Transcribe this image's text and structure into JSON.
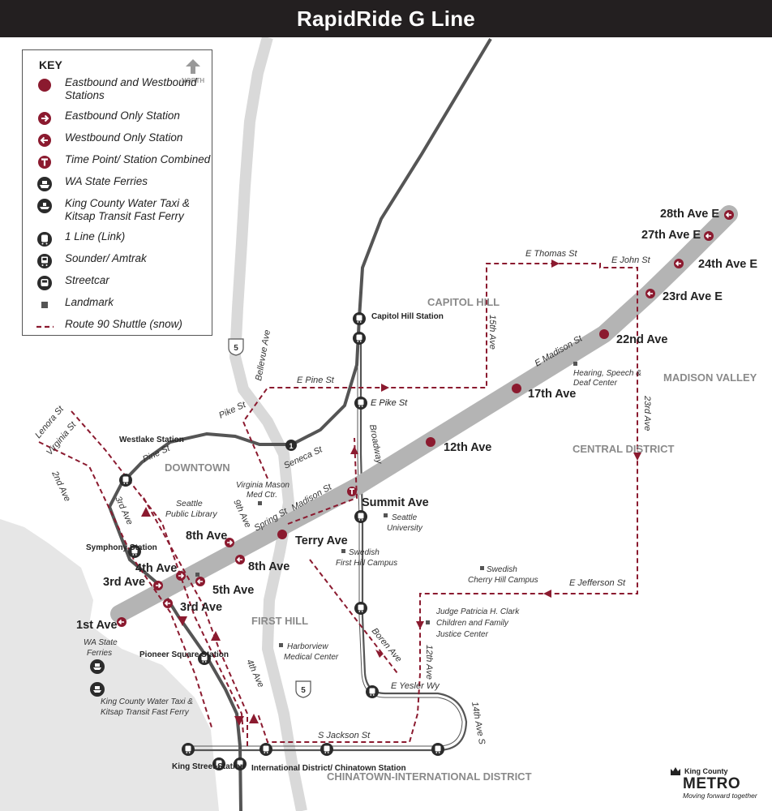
{
  "title": "RapidRide G Line",
  "colors": {
    "route_red": "#8b1a2f",
    "route_gray": "#b4b4b4",
    "rail_dark": "#555555",
    "freeway_light": "#d9d9d9",
    "water": "#e6e6e6",
    "area_label": "#8a8a8a"
  },
  "key": {
    "title": "KEY",
    "north": "NORTH",
    "items": [
      {
        "icon": "station-dot-icon",
        "label": "Eastbound and Westbound Stations"
      },
      {
        "icon": "arrow-right-icon",
        "label": "Eastbound Only Station"
      },
      {
        "icon": "arrow-left-icon",
        "label": "Westbound Only Station"
      },
      {
        "icon": "time-point-icon",
        "label": "Time Point/ Station Combined"
      },
      {
        "icon": "ferry-icon",
        "label": "WA State Ferries"
      },
      {
        "icon": "water-taxi-icon",
        "label": "King County Water Taxi & Kitsap Transit Fast Ferry"
      },
      {
        "icon": "link-rail-icon",
        "label": "1 Line (Link)"
      },
      {
        "icon": "train-icon",
        "label": "Sounder/ Amtrak"
      },
      {
        "icon": "streetcar-icon",
        "label": "Streetcar"
      },
      {
        "icon": "landmark-icon",
        "label": "Landmark"
      },
      {
        "icon": "shuttle-line-icon",
        "label": "Route 90 Shuttle (snow)"
      }
    ]
  },
  "stations": [
    {
      "name": "1st Ave",
      "type": "westbound"
    },
    {
      "name": "3rd Ave",
      "type": "eastbound"
    },
    {
      "name": "4th Ave",
      "type": "eastbound"
    },
    {
      "name": "3rd Ave",
      "type": "westbound"
    },
    {
      "name": "5th Ave",
      "type": "westbound"
    },
    {
      "name": "8th Ave",
      "type": "eastbound"
    },
    {
      "name": "8th Ave",
      "type": "westbound"
    },
    {
      "name": "Terry Ave",
      "type": "both"
    },
    {
      "name": "Summit Ave",
      "type": "timepoint"
    },
    {
      "name": "12th Ave",
      "type": "both"
    },
    {
      "name": "17th Ave",
      "type": "both"
    },
    {
      "name": "22nd Ave",
      "type": "both"
    },
    {
      "name": "23rd Ave E",
      "type": "westbound"
    },
    {
      "name": "24th Ave E",
      "type": "westbound"
    },
    {
      "name": "27th Ave E",
      "type": "westbound"
    },
    {
      "name": "28th Ave E",
      "type": "westbound"
    }
  ],
  "areas": [
    "CAPITOL HILL",
    "DOWNTOWN",
    "FIRST HILL",
    "MADISON VALLEY",
    "CENTRAL DISTRICT",
    "CHINATOWN-INTERNATIONAL DISTRICT"
  ],
  "rail_stations": [
    "Capitol Hill Station",
    "Westlake Station",
    "Symphony Station",
    "Pioneer Square Station",
    "King Street Station",
    "International District/ Chinatown Station"
  ],
  "streetcar_stops": [
    "E Pike St"
  ],
  "link_badge": "1",
  "freeway_shield": "5",
  "streets": [
    "E Thomas St",
    "E John St",
    "15th Ave",
    "E Madison St",
    "23rd Ave",
    "E Pine St",
    "Bellevue Ave",
    "Pike St",
    "Pine St",
    "Seneca St",
    "Broadway",
    "Madison St",
    "Spring St",
    "9th Ave",
    "3rd Ave",
    "2nd Ave",
    "Lenora St",
    "Virginia St",
    "4th Ave",
    "Boren Ave",
    "12th Ave",
    "E Yesler Wy",
    "14th Ave S",
    "S Jackson St",
    "E Jefferson St"
  ],
  "landmarks": [
    "Seattle Public Library",
    "Virginia Mason Med Ctr.",
    "Seattle University",
    "Swedish First Hill Campus",
    "Hearing, Speech & Deaf Center",
    "Swedish Cherry Hill Campus",
    "Judge Patricia H. Clark Children and Family Justice Center",
    "Harborview Medical Center",
    "WA State Ferries",
    "King County Water Taxi & Kitsap Transit Fast Ferry"
  ],
  "brand": {
    "county": "King County",
    "name": "METRO",
    "tagline": "Moving forward together"
  }
}
